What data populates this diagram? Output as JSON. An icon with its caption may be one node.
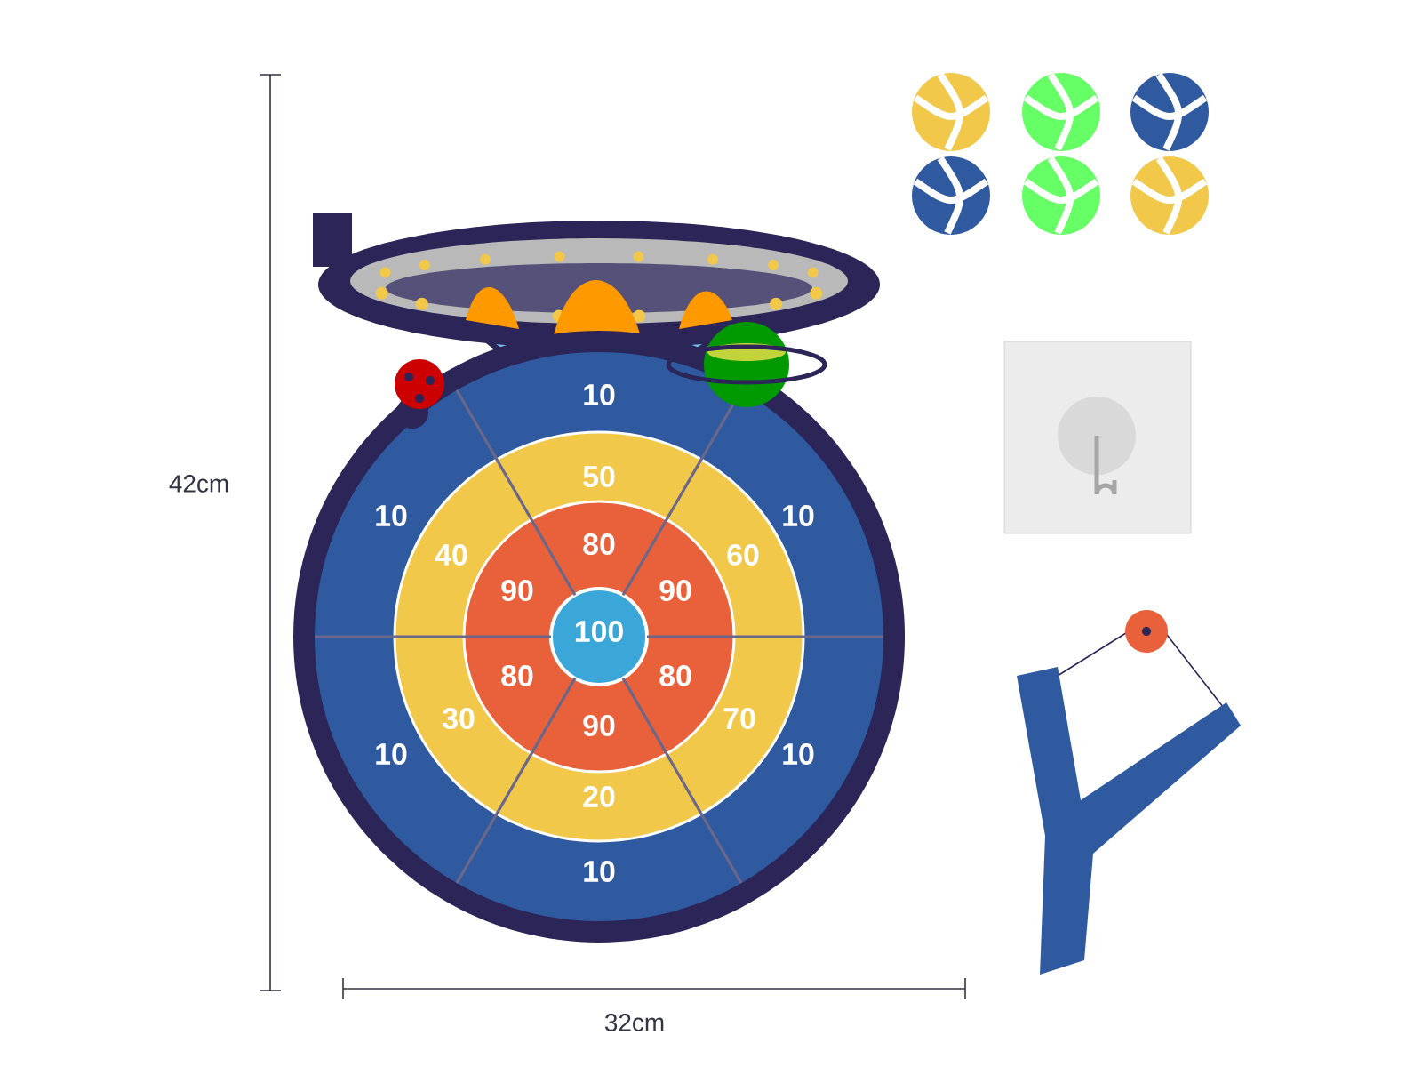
{
  "diagram": {
    "labels": [
      "42cm",
      "10",
      "50",
      "10",
      "10",
      "40",
      "80",
      "60",
      "90",
      "90",
      "100",
      "80",
      "80",
      "30",
      "90",
      "70",
      "10",
      "10",
      "20",
      "10",
      "32cm"
    ]
  }
}
